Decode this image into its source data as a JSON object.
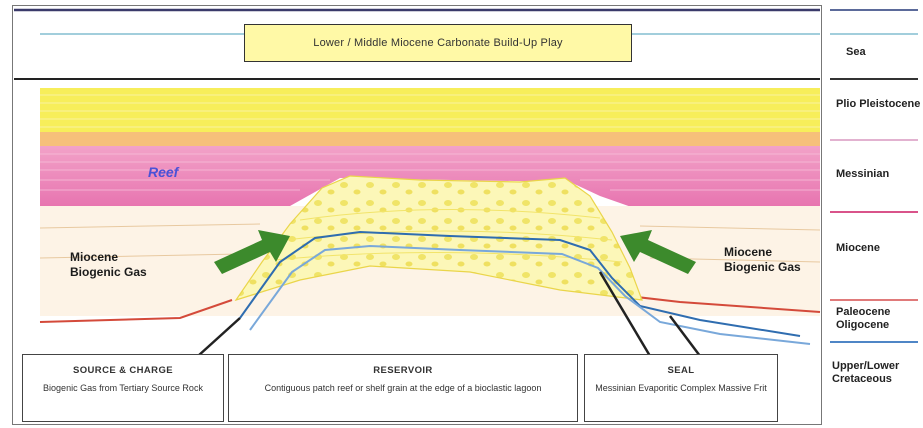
{
  "title": "Lower / Middle Miocene Carbonate Build-Up Play",
  "reef_label": "Reef",
  "arrows": {
    "left_label": [
      "Miocene",
      "Biogenic Gas"
    ],
    "right_label": [
      "Miocene",
      "Biogenic Gas"
    ]
  },
  "legend": [
    {
      "label": "Sea",
      "line_color": "#5b6a9a"
    },
    {
      "label": "Plio Pleistocene",
      "line_color": "#e2d24c"
    },
    {
      "label": "Messinian",
      "line_color": "#d9538a"
    },
    {
      "label": "Miocene",
      "line_color": "#e07a7a"
    },
    {
      "label": "Paleocene Oligocene",
      "line_color": "#d44a3a"
    },
    {
      "label": "Upper/Lower Cretaceous",
      "line_color": "#4f86c6"
    }
  ],
  "boxes": {
    "source": {
      "title": "SOURCE & CHARGE",
      "text": "Biogenic Gas from Tertiary Source Rock"
    },
    "reservoir": {
      "title": "RESERVOIR",
      "text": "Contiguous patch reef or shelf grain at the edge of a bioclastic lagoon"
    },
    "seal": {
      "title": "SEAL",
      "text": "Messinian Evaporitic Complex Massive Frit"
    }
  },
  "colors": {
    "sea_line": "#3a3a6a",
    "yellow_band": "#f7ee5a",
    "pink_band": "#e78fc0",
    "reef_fill": "#fbf6a8",
    "arrow_green": "#3c8a2c",
    "blue_horizon": "#4f86c6",
    "red_horizon": "#d44a3a"
  }
}
